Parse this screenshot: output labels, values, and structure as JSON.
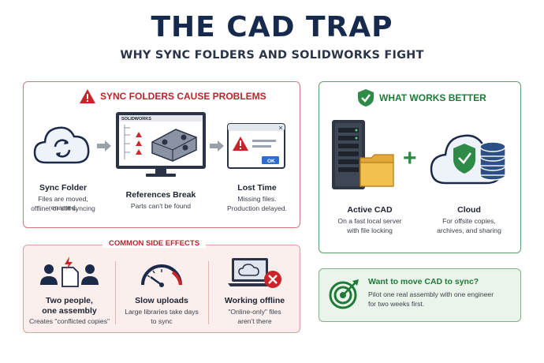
{
  "header": {
    "title": "THE CAD TRAP",
    "subtitle": "WHY SYNC FOLDERS AND SOLIDWORKS FIGHT"
  },
  "problems": {
    "heading": "SYNC FOLDERS CAUSE PROBLEMS",
    "steps": [
      {
        "label": "Sync Folder",
        "desc1": "Files are moved, renamed,",
        "desc2": "offline, or still syncing"
      },
      {
        "label": "References Break",
        "desc1": "Parts can't be found",
        "desc2": ""
      },
      {
        "label": "Lost Time",
        "desc1": "Missing files.",
        "desc2": "Production delayed."
      }
    ],
    "window_title": "SOLIDWORKS",
    "dialog_ok": "OK"
  },
  "better": {
    "heading": "WHAT WORKS BETTER",
    "items": [
      {
        "label": "Active CAD",
        "desc1": "On a fast local server",
        "desc2": "with file locking"
      },
      {
        "label": "Cloud",
        "desc1": "For offsite copies,",
        "desc2": "archives, and sharing"
      }
    ]
  },
  "side_effects": {
    "heading": "COMMON SIDE EFFECTS",
    "items": [
      {
        "label1": "Two people,",
        "label2": "one assembly",
        "desc1": "Creates \"conflicted copies\"",
        "desc2": ""
      },
      {
        "label1": "Slow uploads",
        "label2": "",
        "desc1": "Large libraries take days",
        "desc2": "to sync"
      },
      {
        "label1": "Working offline",
        "label2": "",
        "desc1": "\"Online-only\" files",
        "desc2": "aren't there"
      }
    ]
  },
  "tip": {
    "heading": "Want to move CAD to sync?",
    "line1": "Pilot one real assembly with one engineer",
    "line2": "for two weeks first."
  },
  "colors": {
    "navy": "#162a4e",
    "red": "#b8262b",
    "green": "#1f7a38"
  }
}
